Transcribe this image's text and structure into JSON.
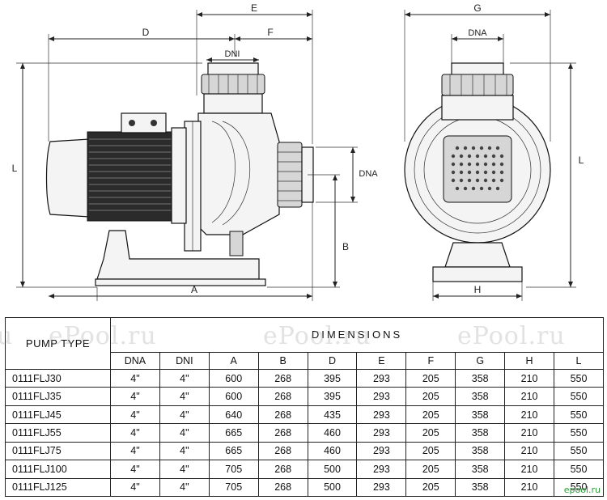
{
  "drawing": {
    "side_labels": {
      "E": "E",
      "D": "D",
      "F": "F",
      "DNI": "DNI",
      "L": "L",
      "DNA": "DNA",
      "B": "B",
      "A": "A"
    },
    "front_labels": {
      "G": "G",
      "DNA": "DNA",
      "L": "L",
      "H": "H"
    }
  },
  "table": {
    "pump_type_header": "PUMP TYPE",
    "dimensions_header": "DIMENSIONS",
    "columns": [
      "DNA",
      "DNI",
      "A",
      "B",
      "D",
      "E",
      "F",
      "G",
      "H",
      "L"
    ],
    "rows": [
      {
        "model": "0111FLJ30",
        "values": [
          "4\"",
          "4\"",
          "600",
          "268",
          "395",
          "293",
          "205",
          "358",
          "210",
          "550"
        ]
      },
      {
        "model": "0111FLJ35",
        "values": [
          "4\"",
          "4\"",
          "600",
          "268",
          "395",
          "293",
          "205",
          "358",
          "210",
          "550"
        ]
      },
      {
        "model": "0111FLJ45",
        "values": [
          "4\"",
          "4\"",
          "640",
          "268",
          "435",
          "293",
          "205",
          "358",
          "210",
          "550"
        ]
      },
      {
        "model": "0111FLJ55",
        "values": [
          "4\"",
          "4\"",
          "665",
          "268",
          "460",
          "293",
          "205",
          "358",
          "210",
          "550"
        ]
      },
      {
        "model": "0111FLJ75",
        "values": [
          "4\"",
          "4\"",
          "665",
          "268",
          "460",
          "293",
          "205",
          "358",
          "210",
          "550"
        ]
      },
      {
        "model": "0111FLJ100",
        "values": [
          "4\"",
          "4\"",
          "705",
          "268",
          "500",
          "293",
          "205",
          "358",
          "210",
          "550"
        ]
      },
      {
        "model": "0111FLJ125",
        "values": [
          "4\"",
          "4\"",
          "705",
          "268",
          "500",
          "293",
          "205",
          "358",
          "210",
          "550"
        ]
      }
    ]
  },
  "watermarks": [
    "ePool.ru",
    "ePool.ru",
    "ePool.ru",
    "u"
  ],
  "corner_logo": "epool.ru"
}
